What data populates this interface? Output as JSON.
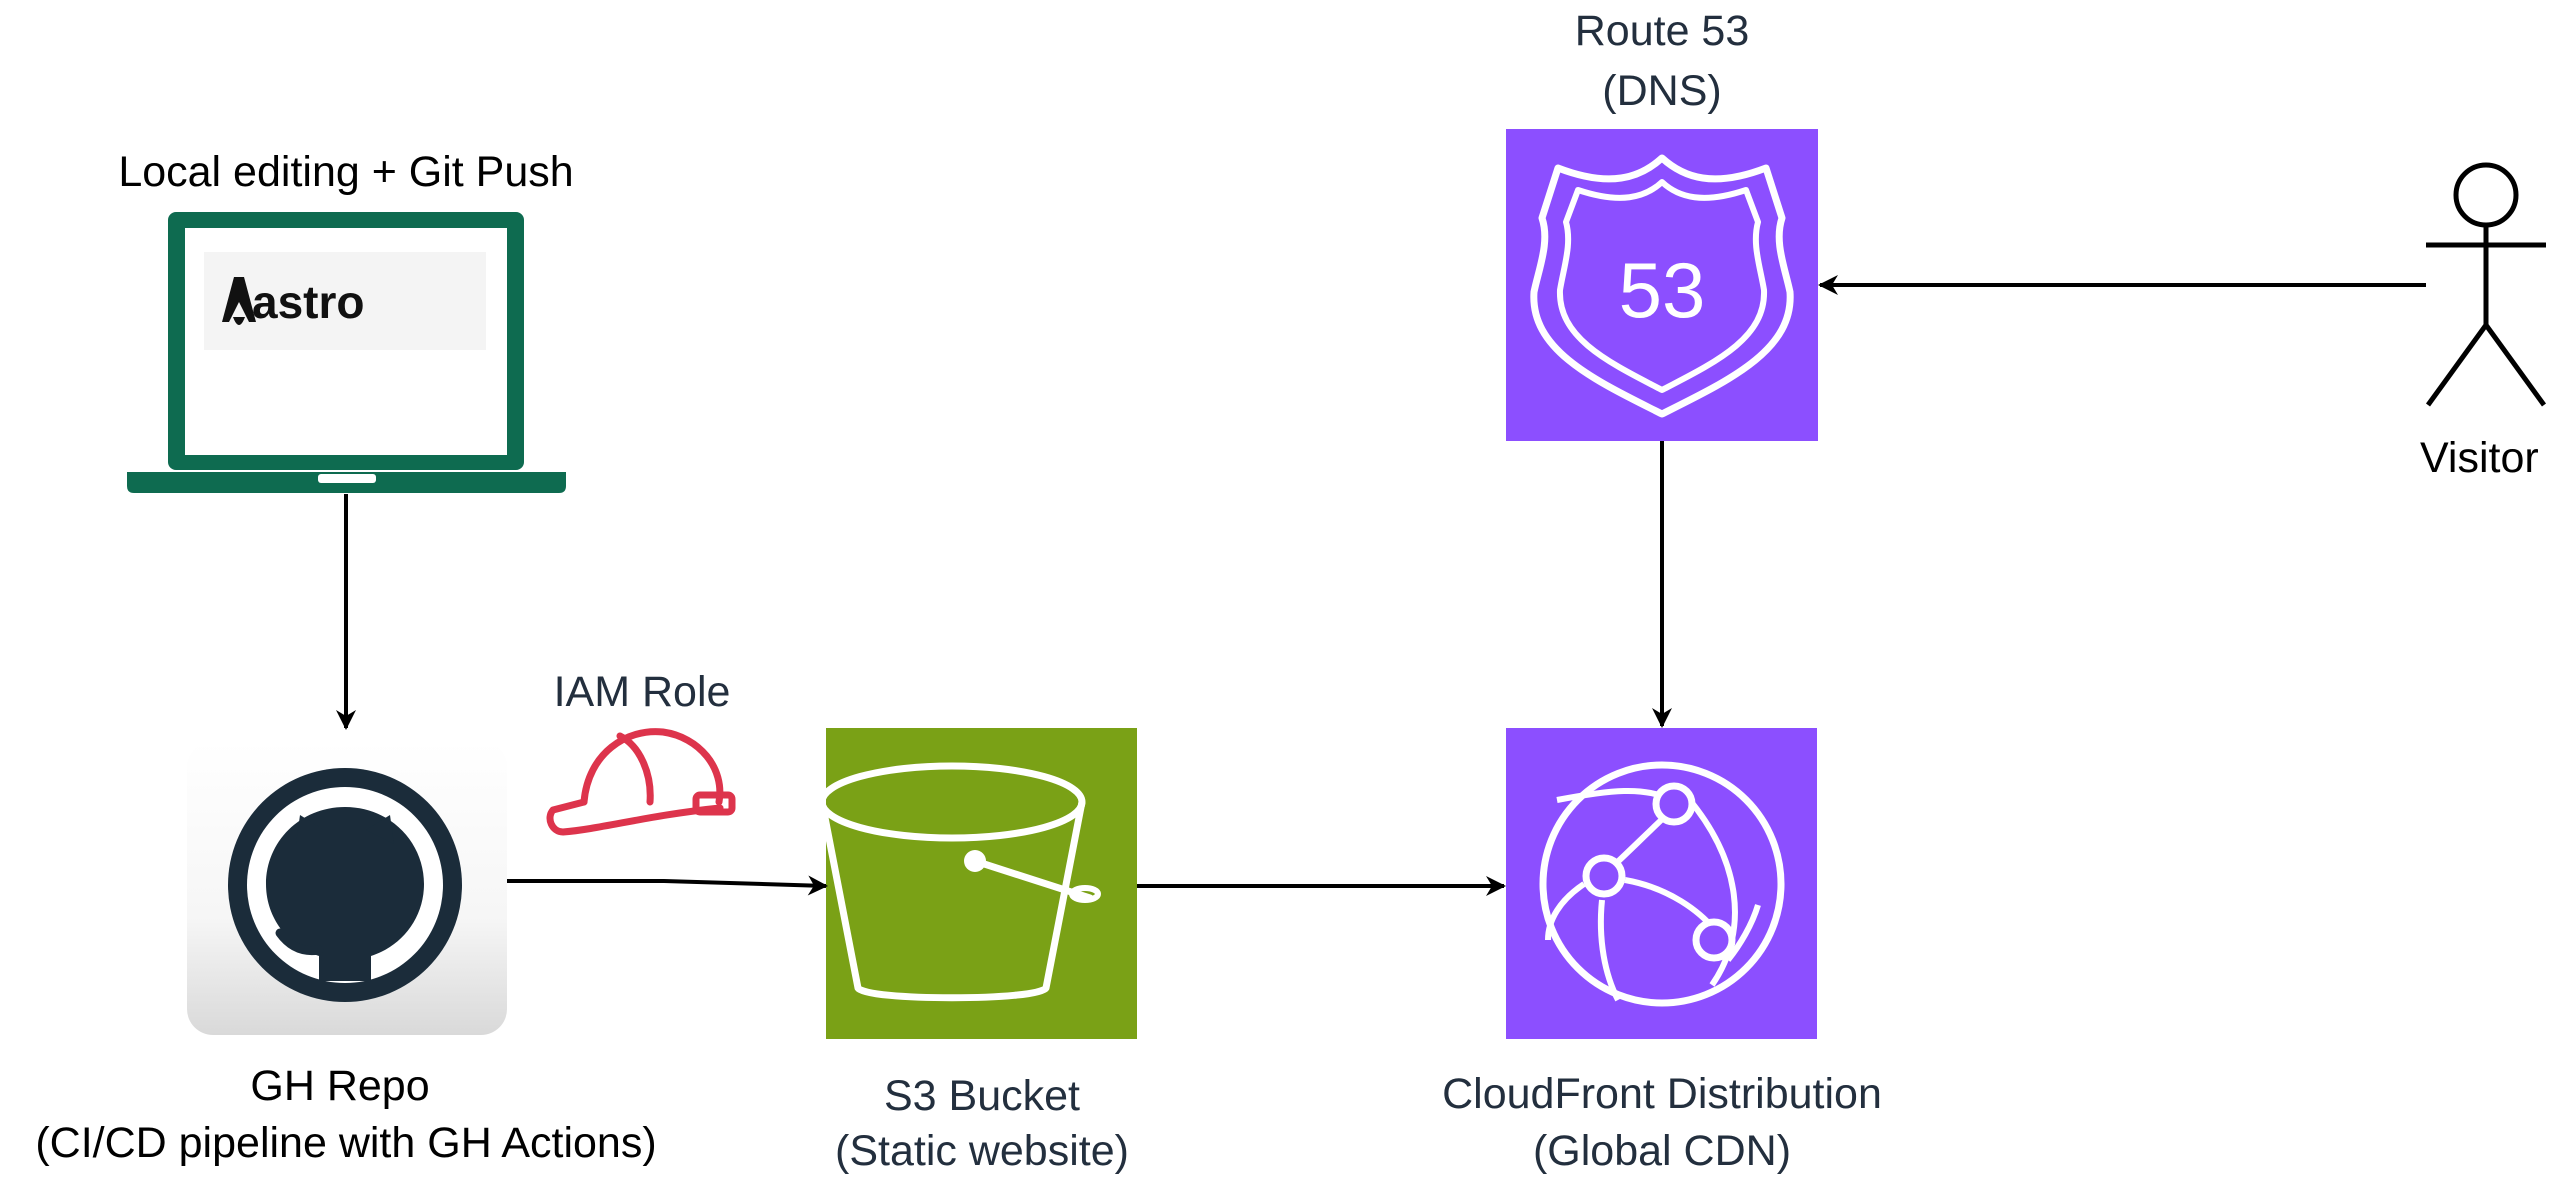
{
  "laptop": {
    "title": "Local editing + Git Push",
    "logo_text": "astro"
  },
  "github": {
    "label_line1": "GH Repo",
    "label_line2": "(CI/CD pipeline with GH Actions)"
  },
  "iam": {
    "label": "IAM Role"
  },
  "s3": {
    "label_line1": "S3 Bucket",
    "label_line2": "(Static website)"
  },
  "cloudfront": {
    "label_line1": "CloudFront Distribution",
    "label_line2": "(Global CDN)"
  },
  "route53": {
    "label_line1": "Route 53",
    "label_line2": "(DNS)",
    "badge_number": "53"
  },
  "visitor": {
    "label": "Visitor"
  },
  "colors": {
    "laptop_green": "#0E6B50",
    "s3_green": "#7AA116",
    "aws_purple": "#8C4FFF",
    "iam_red": "#DD344C",
    "github_dark": "#1B2C3A",
    "aws_text": "#232F3E"
  }
}
